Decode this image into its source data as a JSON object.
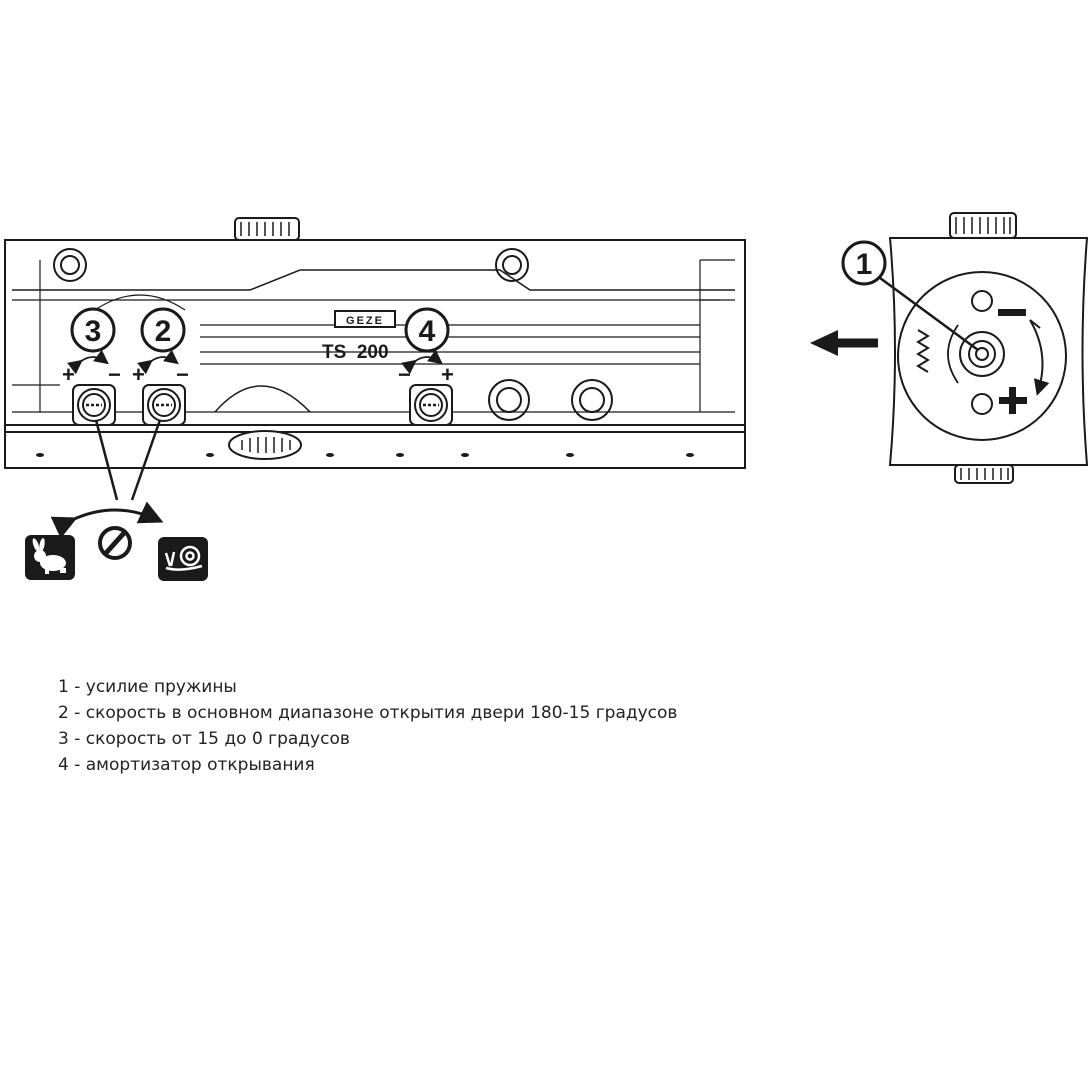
{
  "labels": {
    "n1": "1",
    "n2": "2",
    "n3": "3",
    "n4": "4",
    "model": "TS  200",
    "brand": "GEZE",
    "plus": "+",
    "minus": "−"
  },
  "legend": [
    "1 - усилие пружины",
    "2 - скорость в основном диапазоне открытия двери 180-15 градусов",
    "3 - скорость от 15 до 0 градусов",
    "4 - амортизатор открывания"
  ],
  "icons": [
    "rabbit-icon",
    "screwdriver-slot-icon",
    "snail-icon",
    "arrow-left-icon"
  ],
  "colors": {
    "ink": "#1a1a1a",
    "bg": "#ffffff"
  }
}
